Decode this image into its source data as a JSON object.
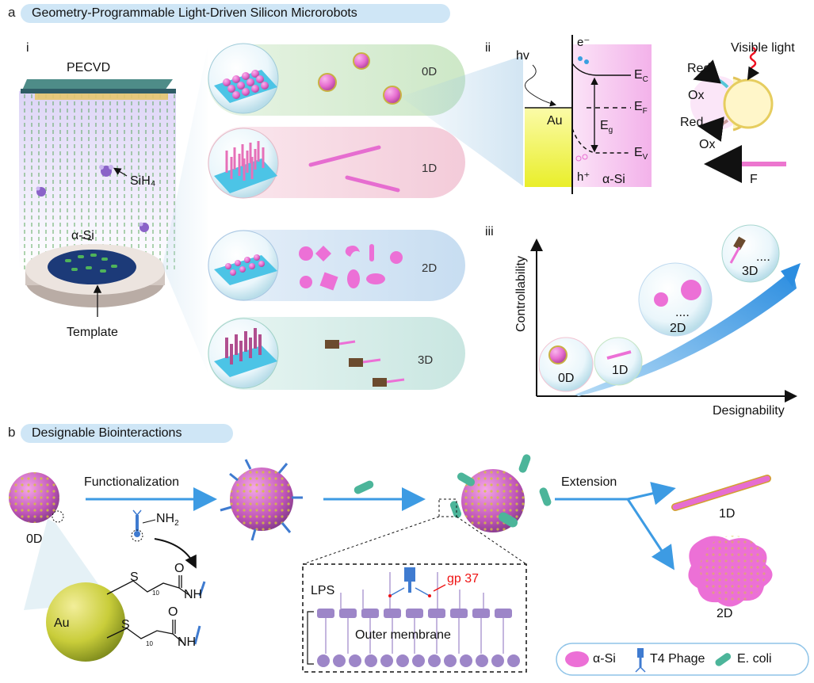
{
  "panel_a": {
    "letter": "a",
    "title": "Geometry-Programmable Light-Driven Silicon Microrobots",
    "sub_i": {
      "roman": "i",
      "pecvd": "PECVD",
      "sih4": "SiH₄",
      "asi": "α-Si",
      "template": "Template"
    },
    "dimensions": [
      "0D",
      "1D",
      "2D",
      "3D"
    ],
    "sub_ii": {
      "roman": "ii",
      "hv": "hv",
      "electron": "e⁻",
      "hole": "h⁺",
      "au": "Au",
      "asi": "α-Si",
      "ec": "E",
      "ec_sub": "C",
      "ef": "E",
      "ef_sub": "F",
      "eg": "E",
      "eg_sub": "g",
      "ev": "E",
      "ev_sub": "V",
      "visible_light": "Visible light",
      "red_top": "Red",
      "ox_top": "Ox",
      "red_bottom": "Red",
      "ox_bottom": "Ox",
      "force": "F"
    },
    "sub_iii": {
      "roman": "iii",
      "y_label": "Controllability",
      "x_label": "Designability",
      "stages": [
        "0D",
        "1D",
        "2D",
        "3D"
      ],
      "ellipsis": "...."
    }
  },
  "panel_b": {
    "letter": "b",
    "title": "Designable Biointeractions",
    "start_label": "0D",
    "functionalization": "Functionalization",
    "nh2": "NH",
    "nh2_sub": "2",
    "au": "Au",
    "chem": {
      "s": "S",
      "o": "O",
      "nh": "NH",
      "n": "10"
    },
    "extension": "Extension",
    "lps": "LPS",
    "gp37": "gp 37",
    "outer_membrane": "Outer membrane",
    "out_1d": "1D",
    "out_2d": "2D",
    "legend": [
      "α-Si",
      "T4 Phage",
      "E. coli"
    ]
  },
  "colors": {
    "header_bg": "#cfe6f6",
    "asi_pink": "#ee6fd6",
    "gold": "#d8c44a",
    "arrow_blue": "#3d9be3",
    "band_0d": "#d4ecd0",
    "band_1d": "#f6d2e0",
    "band_2d": "#cfe2f3",
    "band_3d": "#d3ece8",
    "phage_blue": "#3f7bd0",
    "ecoli_teal": "#4cb59a",
    "membrane_purple": "#9d86c8",
    "gp37_red": "#e11"
  },
  "icons": [
    "sih4-molecule-icon",
    "t4-phage-icon",
    "ecoli-icon",
    "asi-blob-icon",
    "light-coil-icon"
  ]
}
